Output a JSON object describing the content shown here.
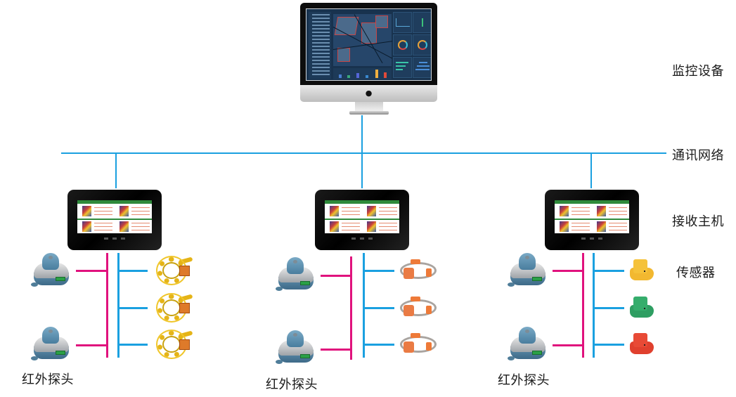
{
  "layers": {
    "monitoring": "监控设备",
    "network": "通讯网络",
    "receiver": "接收主机",
    "sensor": "传感器"
  },
  "groups": [
    {
      "probe_label": "红外探头",
      "sensor_type": "yellow-coil-sensor",
      "probe_count": 2,
      "sensor_count": 3
    },
    {
      "probe_label": "红外探头",
      "sensor_type": "orange-band-sensor",
      "probe_count": 2,
      "sensor_count": 3
    },
    {
      "probe_label": "红外探头",
      "sensor_type": "colored-wireless-sensor",
      "probe_count": 2,
      "sensor_count": 3,
      "sensor_colors": [
        "#f2b830",
        "#2e9e62",
        "#e0402e"
      ]
    }
  ],
  "colors": {
    "network_line": "#1aa0e0",
    "probe_line": "#e0127d",
    "tablet_header": "#2f8a3b"
  },
  "icons": {
    "monitor": "imac-monitor-icon",
    "apple": "apple-logo-icon",
    "receiver": "tablet-receiver-icon",
    "probe": "infrared-probe-icon"
  }
}
